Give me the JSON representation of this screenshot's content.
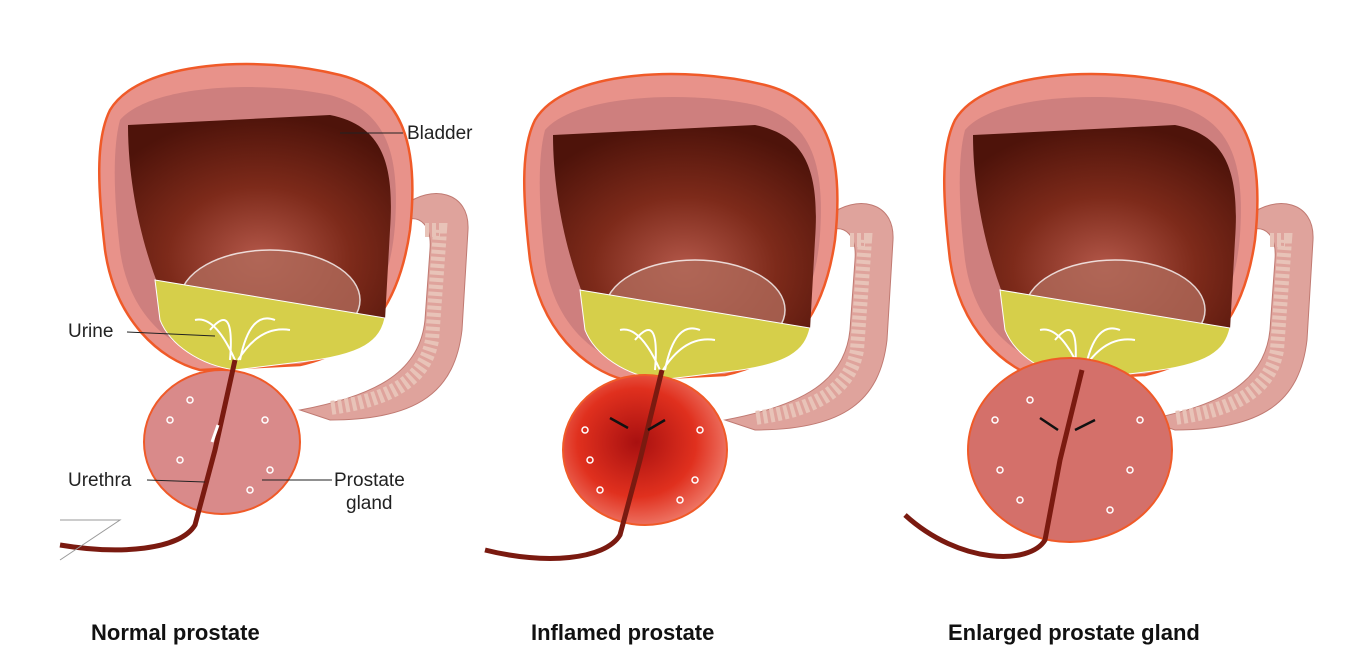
{
  "labels": {
    "bladder": "Bladder",
    "urine": "Urine",
    "urethra": "Urethra",
    "prostate_line1": "Prostate",
    "prostate_line2": "gland"
  },
  "panels": [
    {
      "caption": "Normal prostate"
    },
    {
      "caption": "Inflamed prostate"
    },
    {
      "caption": "Enlarged prostate gland"
    }
  ],
  "colors": {
    "bladder_wall": "#e8928a",
    "bladder_outline": "#f05a28",
    "cavity": "#6e1f12",
    "urine": "#d6cf4a",
    "prostate_normal": "#d98a8a",
    "prostate_inflamed": "#d42a1e",
    "prostate_enlarged": "#d4706a"
  }
}
